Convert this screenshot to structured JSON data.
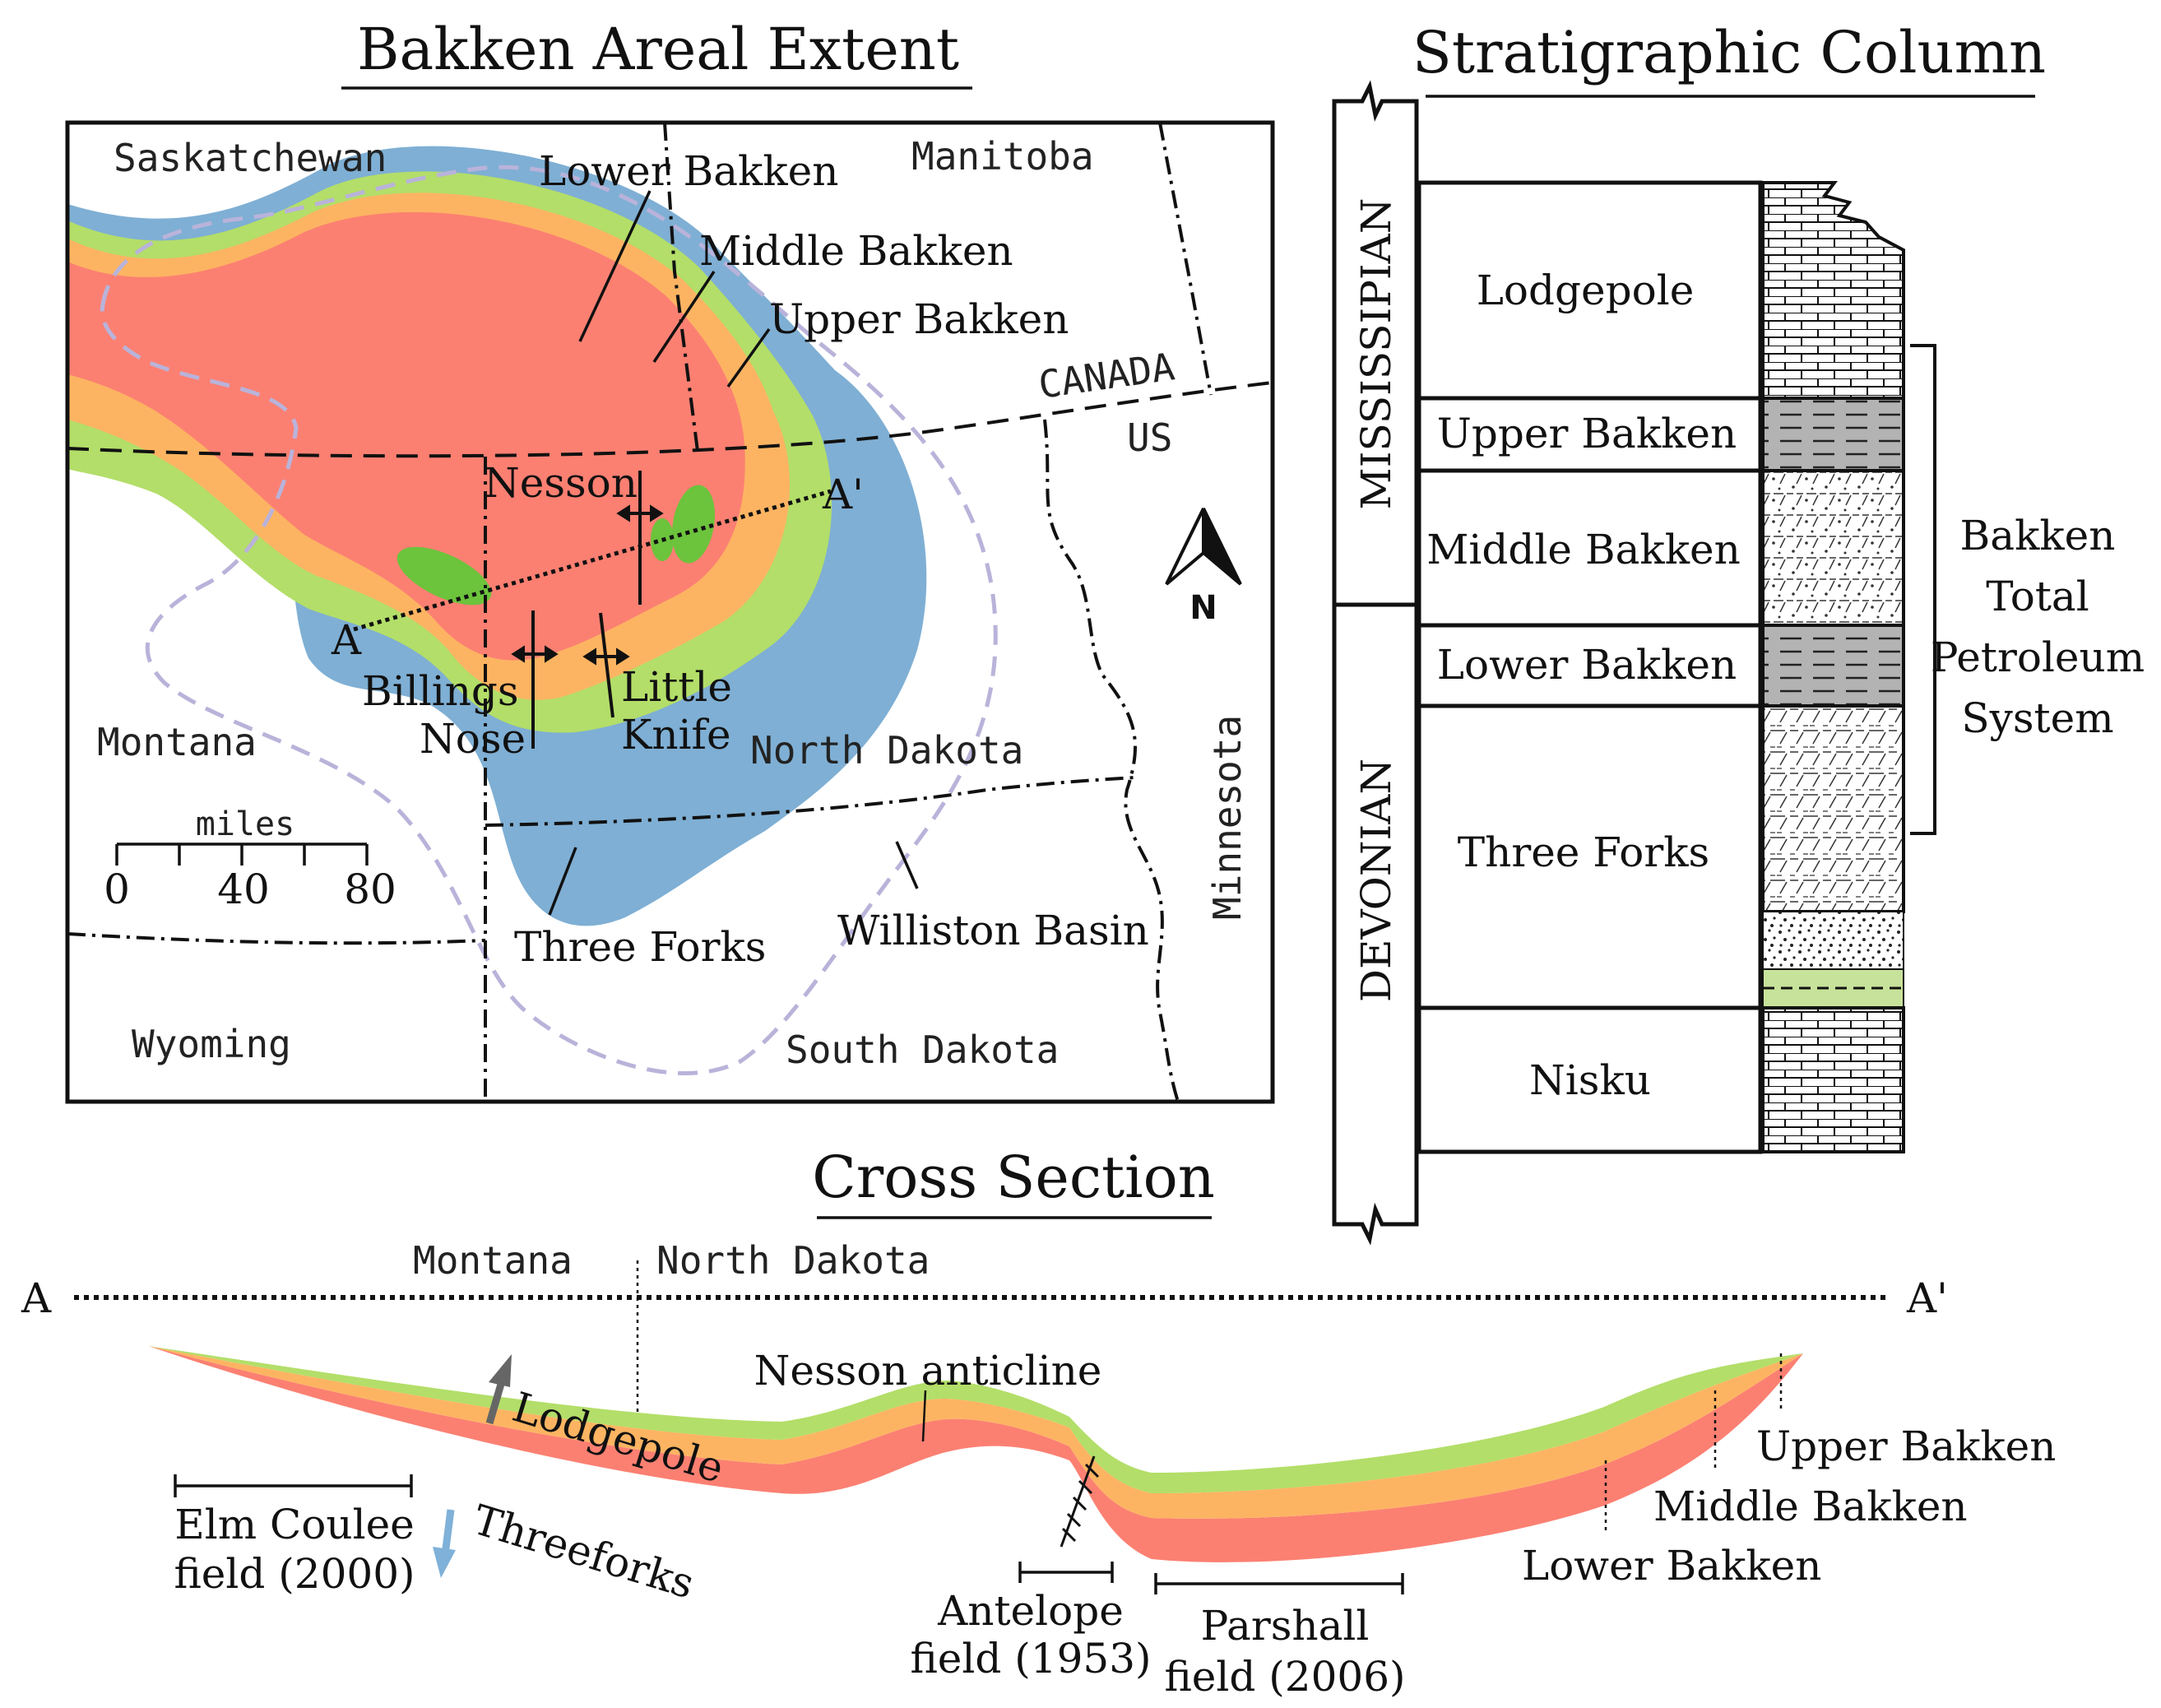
{
  "titles": {
    "map": "Bakken Areal Extent",
    "column": "Stratigraphic Column",
    "section": "Cross Section"
  },
  "map": {
    "regions": {
      "saskatchewan": "Saskatchewan",
      "manitoba": "Manitoba",
      "canada": "CANADA",
      "us": "US",
      "montana": "Montana",
      "north_dakota": "North Dakota",
      "minnesota": "Minnesota",
      "wyoming": "Wyoming",
      "south_dakota": "South Dakota"
    },
    "labels": {
      "lower_bakken": "Lower Bakken",
      "middle_bakken": "Middle Bakken",
      "upper_bakken": "Upper Bakken",
      "three_forks": "Three Forks",
      "williston_basin": "Williston Basin",
      "nesson": "Nesson",
      "billings_nose_1": "Billings",
      "billings_nose_2": "Nose",
      "little_knife_1": "Little",
      "little_knife_2": "Knife",
      "point_a": "A",
      "point_a_prime": "A'",
      "north": "N"
    },
    "scale": {
      "title": "miles",
      "ticks": [
        "0",
        "40",
        "80"
      ]
    }
  },
  "column": {
    "periods": {
      "upper": "MISSISSIPIAN",
      "lower": "DEVONIAN"
    },
    "units": [
      "Lodgepole",
      "Upper Bakken",
      "Middle Bakken",
      "Lower Bakken",
      "Three Forks",
      "Nisku"
    ],
    "system_label": [
      "Bakken",
      "Total",
      "Petroleum",
      "System"
    ]
  },
  "section": {
    "point_a": "A",
    "point_a_prime": "A'",
    "state_left": "Montana",
    "state_right": "North Dakota",
    "nesson_anticline": "Nesson anticline",
    "lodgepole": "Lodgepole",
    "threeforks": "Threeforks",
    "elm_coulee": [
      "Elm Coulee",
      "field (2000)"
    ],
    "antelope": [
      "Antelope",
      "field (1953)"
    ],
    "parshall": [
      "Parshall",
      "field (2006)"
    ],
    "upper_bakken": "Upper Bakken",
    "middle_bakken": "Middle Bakken",
    "lower_bakken": "Lower Bakken"
  },
  "colors": {
    "three_forks": "#7fafd4",
    "upper_bakken": "#b3de69",
    "middle_bakken": "#fdb462",
    "lower_bakken": "#fb8072",
    "fields": "#6cc33c",
    "williston_outline": "#b9b3da",
    "shale": "#b3b3b3",
    "arrow_up": "#666666",
    "arrow_down": "#7fb1d9"
  }
}
